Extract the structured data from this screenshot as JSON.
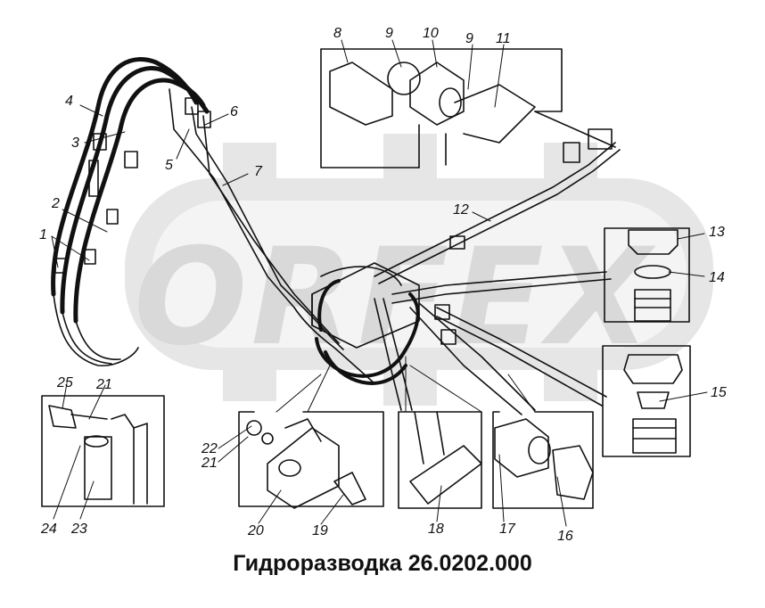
{
  "caption": "Гидроразводка 26.0202.000",
  "watermark": "ORFEX",
  "callouts": [
    "1",
    "2",
    "3",
    "4",
    "5",
    "6",
    "7",
    "8",
    "9",
    "10",
    "9",
    "11",
    "12",
    "13",
    "14",
    "15",
    "16",
    "17",
    "18",
    "19",
    "20",
    "21",
    "22",
    "23",
    "24",
    "25",
    "21"
  ],
  "colors": {
    "line": "#111111",
    "watermark": "#d9d9d9",
    "background": "#ffffff"
  }
}
